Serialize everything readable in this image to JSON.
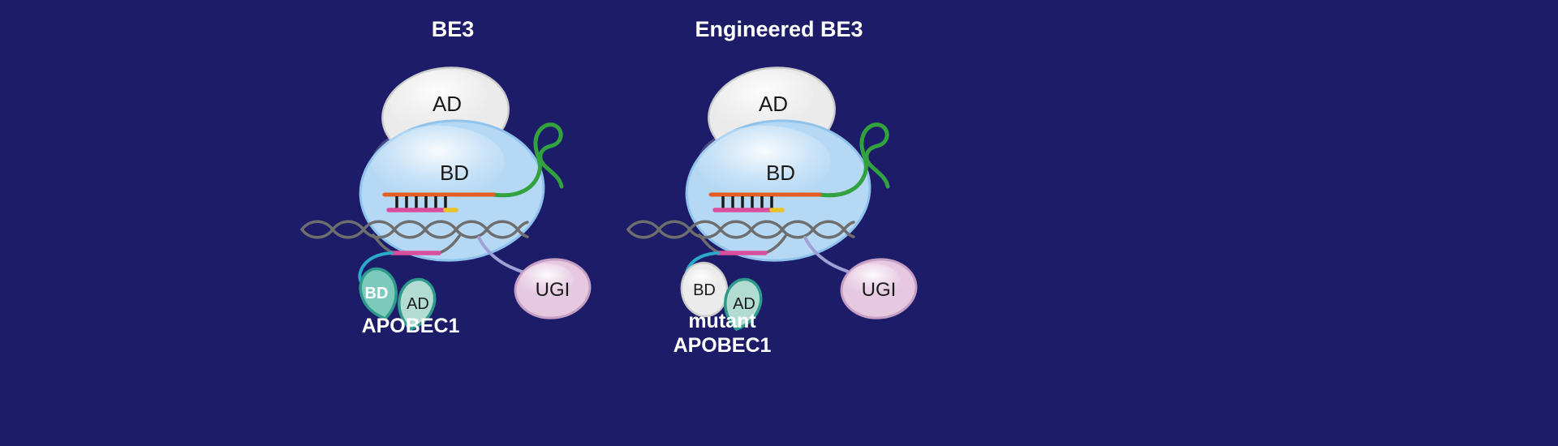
{
  "colors": {
    "bg": "#1c1c68",
    "cas9_body": "#b5d8f4",
    "cas9_body_stroke": "#8fc3ec",
    "ad_domain": "#ebebeb",
    "ad_domain_stroke": "#cdcdcd",
    "sgrna_green": "#32a23e",
    "guide_orange": "#e45f1f",
    "target_magenta": "#d94f9e",
    "pam_yellow": "#e9c428",
    "dna_gray": "#6e6e6e",
    "base_pair_black": "#1a1a1a",
    "apobec_bd_fill": "#7ccabb",
    "apobec_ad_fill": "#b2dcd2",
    "apobec_teal_stroke": "#2d9a8c",
    "ugi_fill": "#e6c9e1",
    "ugi_stroke": "#c69fc5",
    "linker_cyan": "#2ba9c9",
    "linker_lavender": "#a0a0d6",
    "label_dark": "#1a1a1a",
    "label_white": "#ffffff"
  },
  "panels": [
    {
      "title": "BE3",
      "cas9_ad_label": "AD",
      "cas9_bd_label": "BD",
      "apobec_bd_label": "BD",
      "apobec_ad_label": "AD",
      "caption": "APOBEC1",
      "ugi_label": "UGI"
    },
    {
      "title": "Engineered BE3",
      "cas9_ad_label": "AD",
      "cas9_bd_label": "BD",
      "apobec_bd_label": "BD",
      "apobec_ad_label": "AD",
      "caption_line1": "mutant",
      "caption_line2": "APOBEC1",
      "ugi_label": "UGI"
    }
  ]
}
